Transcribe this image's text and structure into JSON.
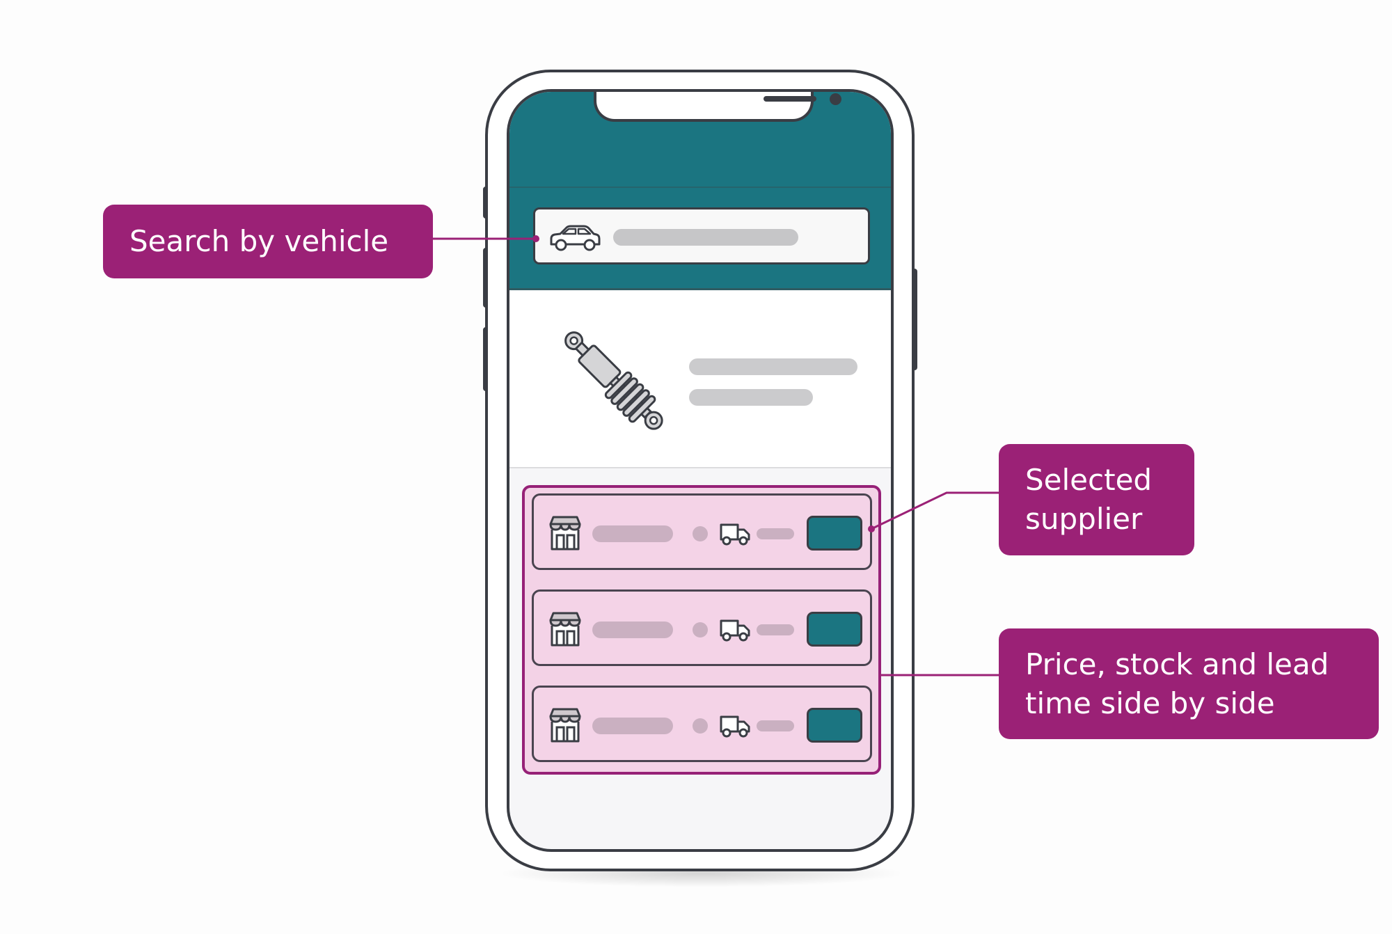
{
  "colors": {
    "accent_teal": "#1b7581",
    "callout_magenta": "#9b2176",
    "selection_pink": "#f3d2e6",
    "outline_dark": "#3a3d44",
    "placeholder_gray": "#c6c6c8"
  },
  "phone": {
    "search_bar": {
      "icon": "car-icon"
    },
    "product": {
      "icon": "shock-absorber-icon"
    },
    "suppliers": [
      {
        "store_icon": "store-icon",
        "delivery_icon": "truck-icon",
        "selected": true
      },
      {
        "store_icon": "store-icon",
        "delivery_icon": "truck-icon",
        "selected": true
      },
      {
        "store_icon": "store-icon",
        "delivery_icon": "truck-icon",
        "selected": true
      }
    ]
  },
  "callouts": {
    "search": {
      "label": "Search by vehicle"
    },
    "selected": {
      "label": "Selected\nsupplier"
    },
    "price": {
      "label": "Price, stock and lead\ntime side by side"
    }
  }
}
